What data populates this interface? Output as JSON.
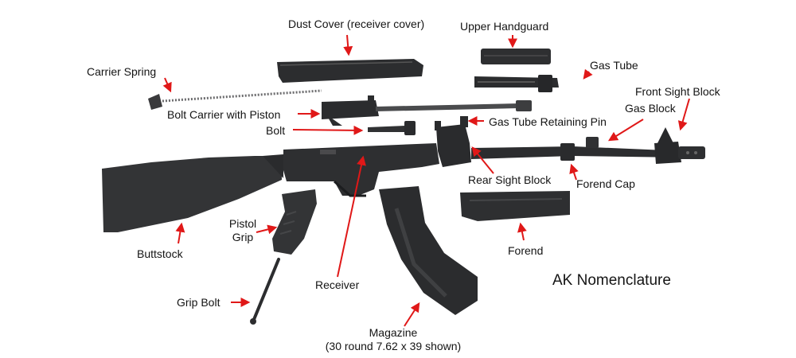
{
  "title": "AK Nomenclature",
  "colors": {
    "arrow": "#e01818",
    "metal": "#2a2b2d",
    "polymer": "#353638",
    "background": "#ffffff"
  },
  "labels": {
    "dust_cover": "Dust Cover (receiver cover)",
    "upper_handguard": "Upper Handguard",
    "carrier_spring": "Carrier Spring",
    "gas_tube": "Gas Tube",
    "front_sight_block": "Front Sight Block",
    "gas_block": "Gas Block",
    "bolt_carrier": "Bolt Carrier with Piston",
    "gas_tube_retaining_pin": "Gas Tube Retaining Pin",
    "bolt": "Bolt",
    "rear_sight_block": "Rear Sight Block",
    "forend_cap": "Forend Cap",
    "pistol_grip_line1": "Pistol",
    "pistol_grip_line2": "Grip",
    "buttstock": "Buttstock",
    "forend": "Forend",
    "receiver": "Receiver",
    "grip_bolt": "Grip Bolt",
    "magazine_line1": "Magazine",
    "magazine_line2": "(30 round 7.62 x 39 shown)"
  }
}
